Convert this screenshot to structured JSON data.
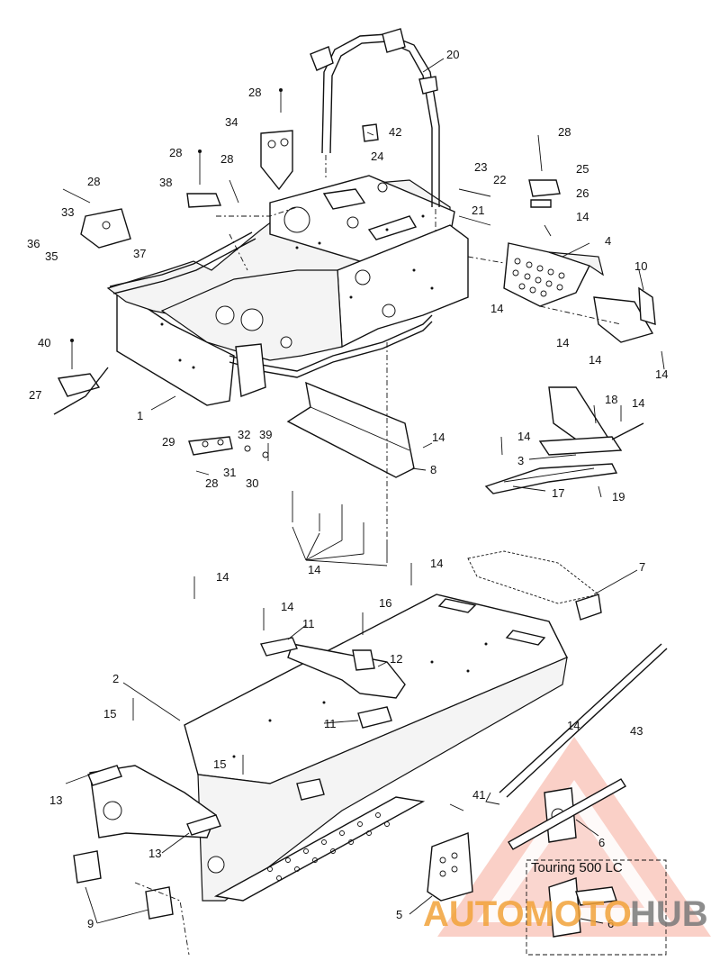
{
  "callouts": [
    {
      "id": "c1",
      "label": "1"
    },
    {
      "id": "c2",
      "label": "2"
    },
    {
      "id": "c3",
      "label": "3"
    },
    {
      "id": "c4",
      "label": "4"
    },
    {
      "id": "c5",
      "label": "5"
    },
    {
      "id": "c6a",
      "label": "6"
    },
    {
      "id": "c6b",
      "label": "6"
    },
    {
      "id": "c7",
      "label": "7"
    },
    {
      "id": "c8",
      "label": "8"
    },
    {
      "id": "c9",
      "label": "9"
    },
    {
      "id": "c10",
      "label": "10"
    },
    {
      "id": "c11a",
      "label": "11"
    },
    {
      "id": "c11b",
      "label": "11"
    },
    {
      "id": "c12",
      "label": "12"
    },
    {
      "id": "c13a",
      "label": "13"
    },
    {
      "id": "c13b",
      "label": "13"
    },
    {
      "id": "c14a",
      "label": "14"
    },
    {
      "id": "c14b",
      "label": "14"
    },
    {
      "id": "c14c",
      "label": "14"
    },
    {
      "id": "c14d",
      "label": "14"
    },
    {
      "id": "c14e",
      "label": "14"
    },
    {
      "id": "c14f",
      "label": "14"
    },
    {
      "id": "c14g",
      "label": "14"
    },
    {
      "id": "c14h",
      "label": "14"
    },
    {
      "id": "c14i",
      "label": "14"
    },
    {
      "id": "c14j",
      "label": "14"
    },
    {
      "id": "c14k",
      "label": "14"
    },
    {
      "id": "c14l",
      "label": "14"
    },
    {
      "id": "c14m",
      "label": "14"
    },
    {
      "id": "c15a",
      "label": "15"
    },
    {
      "id": "c15b",
      "label": "15"
    },
    {
      "id": "c16",
      "label": "16"
    },
    {
      "id": "c17",
      "label": "17"
    },
    {
      "id": "c18",
      "label": "18"
    },
    {
      "id": "c19",
      "label": "19"
    },
    {
      "id": "c20",
      "label": "20"
    },
    {
      "id": "c21",
      "label": "21"
    },
    {
      "id": "c22",
      "label": "22"
    },
    {
      "id": "c23",
      "label": "23"
    },
    {
      "id": "c24",
      "label": "24"
    },
    {
      "id": "c25",
      "label": "25"
    },
    {
      "id": "c26",
      "label": "26"
    },
    {
      "id": "c27",
      "label": "27"
    },
    {
      "id": "c28a",
      "label": "28"
    },
    {
      "id": "c28b",
      "label": "28"
    },
    {
      "id": "c28c",
      "label": "28"
    },
    {
      "id": "c28d",
      "label": "28"
    },
    {
      "id": "c28e",
      "label": "28"
    },
    {
      "id": "c28f",
      "label": "28"
    },
    {
      "id": "c29",
      "label": "29"
    },
    {
      "id": "c30",
      "label": "30"
    },
    {
      "id": "c31",
      "label": "31"
    },
    {
      "id": "c32",
      "label": "32"
    },
    {
      "id": "c33",
      "label": "33"
    },
    {
      "id": "c34",
      "label": "34"
    },
    {
      "id": "c35",
      "label": "35"
    },
    {
      "id": "c36",
      "label": "36"
    },
    {
      "id": "c37",
      "label": "37"
    },
    {
      "id": "c38",
      "label": "38"
    },
    {
      "id": "c39",
      "label": "39"
    },
    {
      "id": "c40",
      "label": "40"
    },
    {
      "id": "c41",
      "label": "41"
    },
    {
      "id": "c42",
      "label": "42"
    },
    {
      "id": "c43",
      "label": "43"
    }
  ],
  "variant_label": "Touring 500 LC",
  "watermark": {
    "text_part1": "AUTOMOTO",
    "text_part2": "HUB",
    "color_primary": "#e8401c",
    "color_secondary": "#f2a33a",
    "color_gray": "#7a7a7a"
  }
}
